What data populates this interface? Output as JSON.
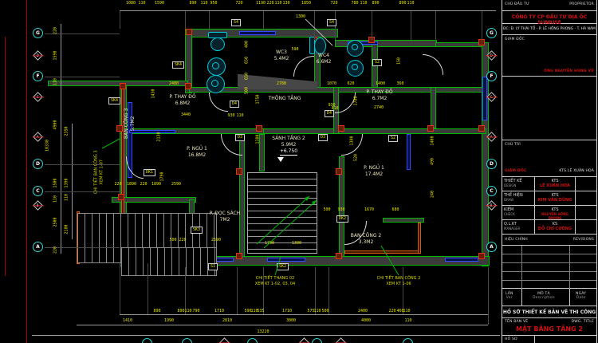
{
  "plan": {
    "rooms": [
      {
        "name": "WC3",
        "area": "5.4M2"
      },
      {
        "name": "WC4",
        "area": "6.6M2"
      },
      {
        "name": "P. THAY ĐỒ",
        "area": "6.8M2"
      },
      {
        "name": "THÔNG TẦNG",
        "area": ""
      },
      {
        "name": "P. THAY ĐỒ",
        "area": "6.7M2"
      },
      {
        "name": "SẢNH TẦNG 2",
        "area": "5.9M2",
        "level": "+6.750"
      },
      {
        "name": "P. NGỦ 1",
        "area": "16.8M2"
      },
      {
        "name": "P. NGỦ 1",
        "area": "17.4M2"
      },
      {
        "name": "P. ĐỌC SÁCH",
        "area": "7M2"
      },
      {
        "name": "BAN CÔNG 2",
        "area": "3.3M2"
      },
      {
        "name": "BAN CÔNG 3",
        "area": "5.7M2"
      }
    ],
    "tags": [
      "SK4",
      "SK4",
      "S4",
      "S4",
      "S2",
      "S2",
      "D4",
      "D4",
      "D3",
      "D3",
      "DK1",
      "DK2",
      "SK3",
      "S1",
      "SK2"
    ],
    "notes": [
      {
        "line1": "CHI TIẾT THANG 02",
        "line2": "XEM KT 1-02, 03, 04"
      },
      {
        "line1": "CHI TIẾT BAN CÔNG 2",
        "line2": "XEM KT 1-06"
      },
      {
        "line1": "CHI TIẾT BAN CÔNG 3",
        "line2": "XEM KT 1-07"
      }
    ],
    "grid_left": [
      "G",
      "D",
      "F",
      "C",
      "A",
      "D",
      "C",
      "B",
      "A"
    ],
    "grid_right": [
      "G",
      "D",
      "F",
      "C",
      "A",
      "D",
      "C",
      "B",
      "A"
    ],
    "dims": {
      "top": [
        "1080",
        "110",
        "1590",
        "890",
        "110",
        "950",
        "720",
        "1190",
        "220",
        "110",
        "130",
        "1850",
        "720",
        "780",
        "110",
        "890",
        "890",
        "110"
      ],
      "left_outer": [
        "220",
        "1590",
        "110",
        "4900",
        "1500",
        "110",
        "2500",
        "220"
      ],
      "left_total": "10330",
      "left_inner": [
        "2350",
        "1390",
        "110",
        "2180"
      ],
      "bottom_r1": [
        "890",
        "890",
        "110",
        "790",
        "1710",
        "590",
        "110",
        "535",
        "1710",
        "575",
        "110",
        "500",
        "2400",
        "220",
        "460",
        "110"
      ],
      "bottom_r2": [
        "1410",
        "1990",
        "2810",
        "3000",
        "4000",
        "110"
      ],
      "total": "13220",
      "interior": [
        "2480",
        "1430",
        "3440",
        "930",
        "110",
        "590",
        "400",
        "650",
        "650",
        "500",
        "2780",
        "1070",
        "620",
        "1400",
        "360",
        "2740",
        "410",
        "1780",
        "150",
        "1750",
        "1380",
        "1380",
        "520",
        "2130",
        "1790",
        "220",
        "1890",
        "220",
        "1890",
        "2590",
        "500",
        "220",
        "2590",
        "1790",
        "1390",
        "500",
        "930",
        "1670",
        "680",
        "1400",
        "490",
        "240",
        "930",
        "1300"
      ]
    }
  },
  "colors": {
    "wall_green": "#00b400",
    "dim_yellow": "#e8e800",
    "accent_red": "#c00000",
    "window_blue": "#2f4cff",
    "fixture_cyan": "#00c8d8",
    "column_orange": "#cf5a10"
  },
  "titleblock": {
    "header_left": "CHỦ ĐẦU TƯ",
    "header_right": "PROPRIETOR",
    "company": "CÔNG TY CP ĐẦU TƯ ĐỊA ỐC SUNRISE",
    "address": "ĐC: Đ. LÝ THÁI TỔ - P. LÊ HỒNG PHONG - T. HÀ NAM",
    "director_label": "GIÁM ĐỐC",
    "director_name": "ÔNG NGUYỄN HÙNG VŨ",
    "chutri": "CHỦ TRÌ",
    "chutri_role": "GIÁM ĐỐC",
    "chutri_name": "KTS.LÊ XUÂN HOÀ",
    "roles": [
      {
        "label": "THIẾT KẾ",
        "sub": "DESIGN",
        "title": "KTS",
        "name": "LÊ XUÂN HOÀ"
      },
      {
        "label": "THỂ HIỆN",
        "sub": "DRAW",
        "title": "KTS",
        "name": "KIM VĂN DŨNG"
      },
      {
        "label": "KIỂM",
        "sub": "CHECK",
        "title": "KTS",
        "name": "NGUYỄN HỒNG DƯƠNG"
      },
      {
        "label": "Q.L.KT",
        "sub": "MANAGER",
        "title": "KS",
        "name": "ĐỖ CHÍ CƯỜNG"
      }
    ],
    "rev_label": "HIỆU CHỈNH",
    "rev_en": "REVISIONS",
    "rev_cols": {
      "lan": "LẦN",
      "ver": "Ver",
      "mota": "MÔ TẢ",
      "desc": "Description",
      "ngay": "NGÀY",
      "date": "Date"
    },
    "doc_title": "HỒ SƠ THIẾT KẾ BẢN VẼ THI CÔNG",
    "dwg_label": "TÊN BẢN VẼ",
    "dwg_en": "DWG. TITLE",
    "dwg_name": "MẶT BẰNG TẦNG 2",
    "hoso": "HỒ SƠ"
  }
}
